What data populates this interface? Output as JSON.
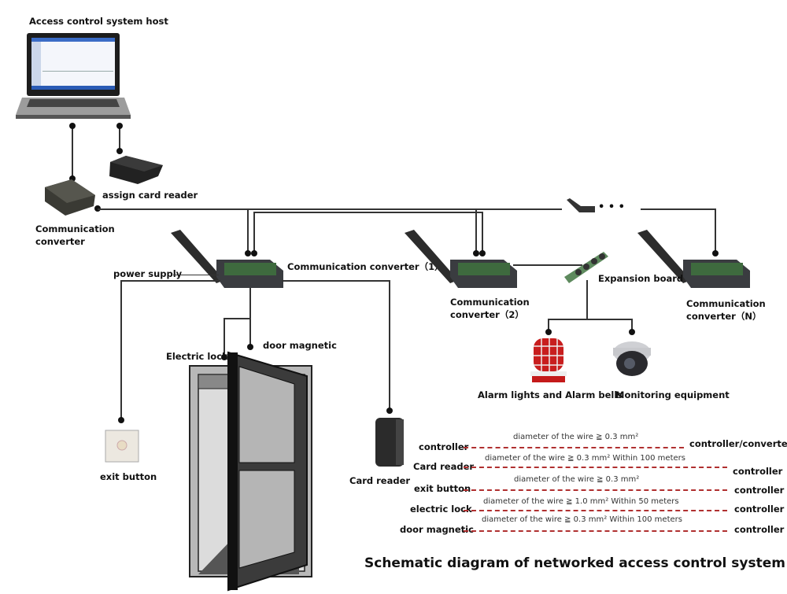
{
  "title": "Schematic diagram of networked access control system",
  "nodes": {
    "host": "Access control system host",
    "assign_reader": "assign card reader",
    "comm_converter_main": [
      "Communication",
      "converter"
    ],
    "cc1": "Communication converter（1）",
    "cc2": [
      "Communication",
      "converter（2）"
    ],
    "ccN": [
      "Communication",
      "converter（N）"
    ],
    "expansion_board": "Expansion board",
    "power_supply": "power supply",
    "electric_lock": "Electric lock",
    "door_magnetic": "door magnetic",
    "exit_button": "exit button",
    "card_reader": "Card reader",
    "alarm": "Alarm lights and Alarm bells",
    "monitoring": "Monitoring equipment",
    "ellipsis": "• • •"
  },
  "wiring_specs": [
    {
      "from": "controller",
      "spec": "diameter of the wire ≧ 0.3 mm²",
      "to": "controller/converter"
    },
    {
      "from": "Card reader",
      "spec": "diameter of the wire ≧ 0.3 mm²   Within 100 meters",
      "to": "controller"
    },
    {
      "from": "exit button",
      "spec": "diameter of the wire ≧ 0.3 mm²",
      "to": "controller"
    },
    {
      "from": "electric lock",
      "spec": "diameter of the wire ≧ 1.0 mm²   Within 50 meters",
      "to": "controller"
    },
    {
      "from": "door magnetic",
      "spec": "diameter of the wire ≧ 0.3 mm²   Within 100 meters",
      "to": "controller"
    }
  ],
  "colors": {
    "wire": "#333333",
    "spec_dash": "#b03030"
  }
}
